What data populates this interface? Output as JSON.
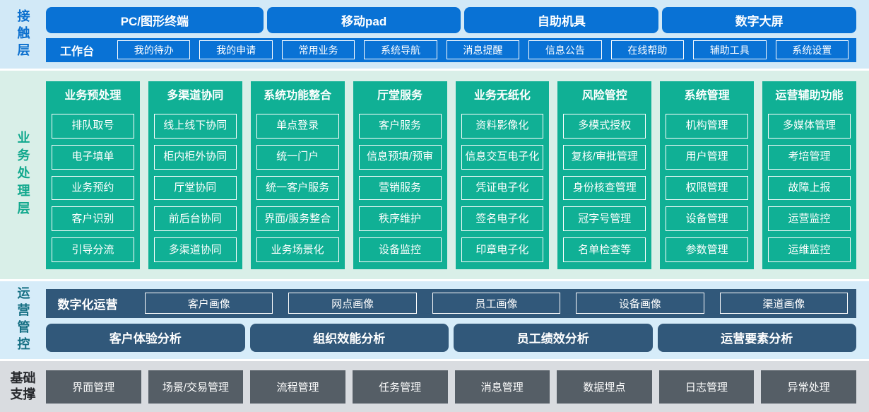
{
  "colors": {
    "accent_blue": "#0972d5",
    "teal": "#10b095",
    "slate_blue": "#31587a",
    "gray_button": "#555e66",
    "bg_contact": "#d2e9f7",
    "bg_business": "#d9efe8",
    "bg_operations": "#d6ecf9",
    "bg_foundation": "#d9dce0"
  },
  "layers": {
    "contact": {
      "label": "接触层",
      "terminals": [
        "PC/图形终端",
        "移动pad",
        "自助机具",
        "数字大屏"
      ],
      "workbench_label": "工作台",
      "workbench_items": [
        "我的待办",
        "我的申请",
        "常用业务",
        "系统导航",
        "消息提醒",
        "信息公告",
        "在线帮助",
        "辅助工具",
        "系统设置"
      ]
    },
    "business": {
      "label": "业务处理层",
      "columns": [
        {
          "title": "业务预处理",
          "items": [
            "排队取号",
            "电子填单",
            "业务预约",
            "客户识别",
            "引导分流"
          ]
        },
        {
          "title": "多渠道协同",
          "items": [
            "线上线下协同",
            "柜内柜外协同",
            "厅堂协同",
            "前后台协同",
            "多渠道协同"
          ]
        },
        {
          "title": "系统功能整合",
          "items": [
            "单点登录",
            "统一门户",
            "统一客户服务",
            "界面/服务整合",
            "业务场景化"
          ]
        },
        {
          "title": "厅堂服务",
          "items": [
            "客户服务",
            "信息预填/预审",
            "营销服务",
            "秩序维护",
            "设备监控"
          ]
        },
        {
          "title": "业务无纸化",
          "items": [
            "资料影像化",
            "信息交互电子化",
            "凭证电子化",
            "签名电子化",
            "印章电子化"
          ]
        },
        {
          "title": "风险管控",
          "items": [
            "多模式授权",
            "复核/审批管理",
            "身份核查管理",
            "冠字号管理",
            "名单检查等"
          ]
        },
        {
          "title": "系统管理",
          "items": [
            "机构管理",
            "用户管理",
            "权限管理",
            "设备管理",
            "参数管理"
          ]
        },
        {
          "title": "运营辅助功能",
          "items": [
            "多媒体管理",
            "考培管理",
            "故障上报",
            "运营监控",
            "运维监控"
          ]
        }
      ]
    },
    "operations": {
      "label": "运营管控",
      "digital_label": "数字化运营",
      "profiles": [
        "客户画像",
        "网点画像",
        "员工画像",
        "设备画像",
        "渠道画像"
      ],
      "analyses": [
        "客户体验分析",
        "组织效能分析",
        "员工绩效分析",
        "运营要素分析"
      ]
    },
    "foundation": {
      "label": "基础支撑",
      "items": [
        "界面管理",
        "场景/交易管理",
        "流程管理",
        "任务管理",
        "消息管理",
        "数据埋点",
        "日志管理",
        "异常处理"
      ]
    }
  }
}
